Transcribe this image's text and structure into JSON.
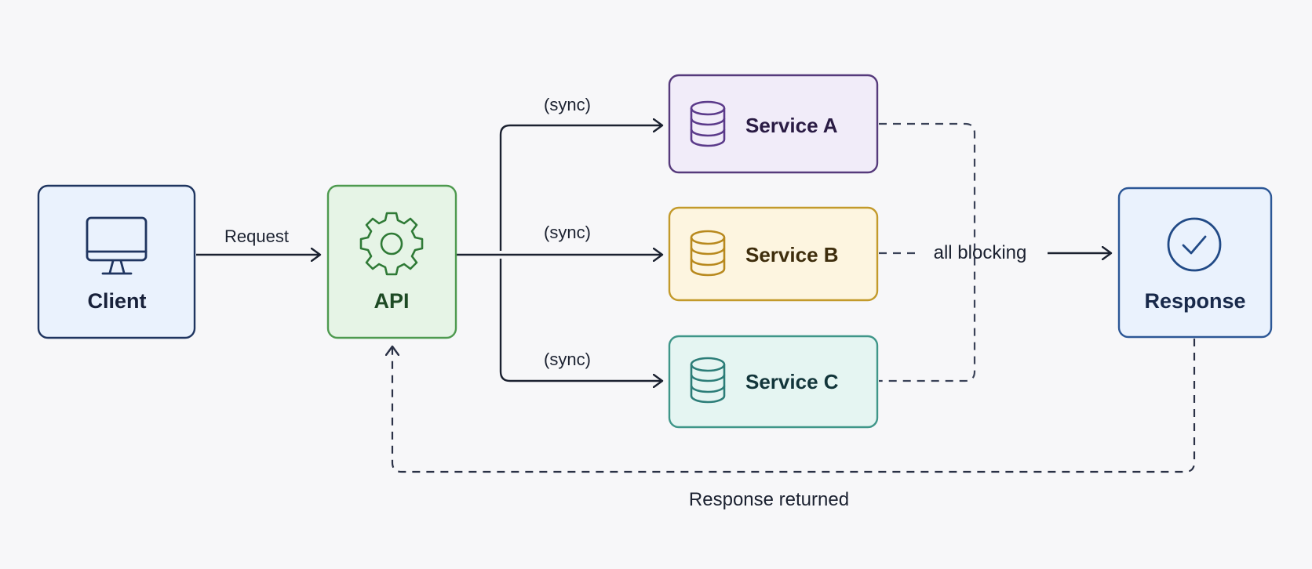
{
  "nodes": {
    "client": {
      "label": "Client",
      "icon": "monitor-icon",
      "fill": "#eaf2fd",
      "stroke": "#1f3560",
      "text_color": "#18213a"
    },
    "api": {
      "label": "API",
      "icon": "gear-icon",
      "fill": "#e6f4e6",
      "stroke": "#4e9a4f",
      "text_color": "#1d4a24"
    },
    "service_a": {
      "label": "Service A",
      "icon": "database-icon",
      "fill": "#f1ecf9",
      "stroke": "#563a7c",
      "text_color": "#2a1b44"
    },
    "service_b": {
      "label": "Service B",
      "icon": "database-icon",
      "fill": "#fdf5e0",
      "stroke": "#c39a2b",
      "text_color": "#3e2d0c"
    },
    "service_c": {
      "label": "Service C",
      "icon": "database-icon",
      "fill": "#e5f5f2",
      "stroke": "#3f9689",
      "text_color": "#12353a"
    },
    "response": {
      "label": "Response",
      "icon": "check-circle-icon",
      "fill": "#eaf2fd",
      "stroke": "#2c5796",
      "text_color": "#18294a"
    }
  },
  "edges": {
    "request": "Request",
    "sync_a": "(sync)",
    "sync_b": "(sync)",
    "sync_c": "(sync)",
    "all_blocking": "all blocking",
    "response_returned": "Response returned"
  },
  "colors": {
    "background": "#f7f7f9",
    "line": "#1b2130",
    "dashed_line": "#3a4258"
  }
}
